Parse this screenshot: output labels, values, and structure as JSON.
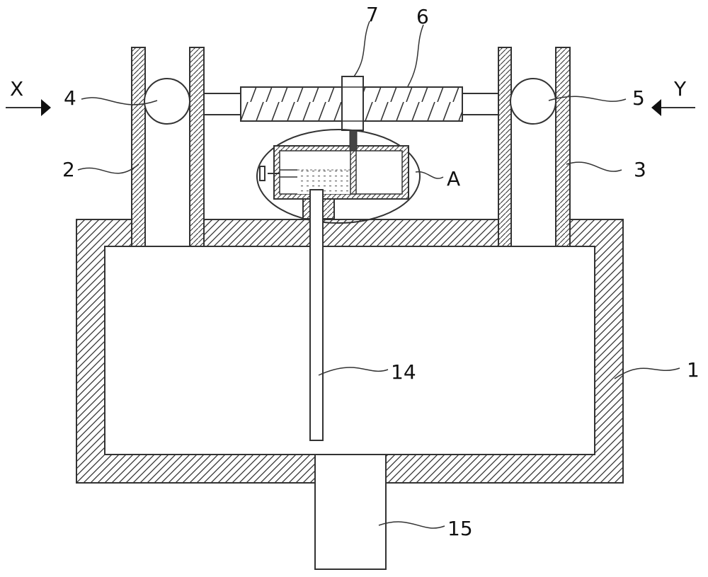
{
  "labels": {
    "housing": "1",
    "left_column": "2",
    "right_column": "3",
    "left_roller": "4",
    "right_roller": "5",
    "screw": "6",
    "slider": "7",
    "detail": "A",
    "rod": "14",
    "outlet": "15",
    "view_x": "X",
    "view_y": "Y"
  },
  "colors": {
    "stroke": "#333333",
    "liquid_dots": "#666666",
    "background": "#ffffff"
  }
}
